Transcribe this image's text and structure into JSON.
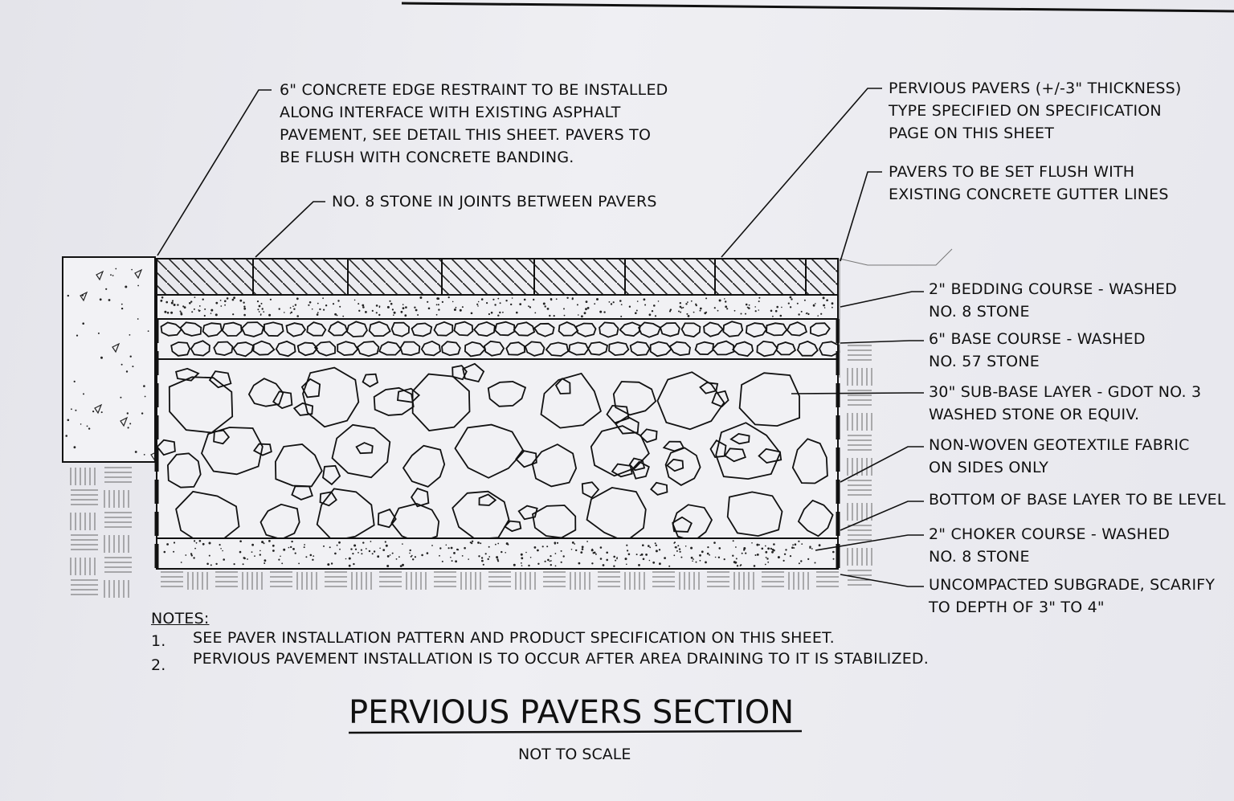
{
  "callouts": {
    "edge_restraint": "6\" CONCRETE EDGE RESTRAINT TO BE INSTALLED\nALONG INTERFACE WITH EXISTING ASPHALT\nPAVEMENT, SEE DETAIL THIS SHEET. PAVERS TO\nBE FLUSH WITH CONCRETE BANDING.",
    "joint_stone": "NO. 8 STONE IN JOINTS BETWEEN PAVERS",
    "pervious_pavers": "PERVIOUS PAVERS (+/-3\" THICKNESS)\nTYPE SPECIFIED ON SPECIFICATION\nPAGE ON THIS SHEET",
    "pavers_flush": "PAVERS TO BE SET FLUSH WITH\nEXISTING CONCRETE GUTTER LINES",
    "bedding_course": "2\" BEDDING COURSE - WASHED\nNO. 8 STONE",
    "base_course": "6\" BASE COURSE - WASHED\nNO. 57 STONE",
    "sub_base": "30\" SUB-BASE LAYER - GDOT NO. 3\nWASHED STONE OR EQUIV.",
    "geotextile": "NON-WOVEN GEOTEXTILE FABRIC\nON SIDES ONLY",
    "bottom_level": "BOTTOM OF BASE LAYER TO BE LEVEL",
    "choker_course": "2\" CHOKER COURSE - WASHED\nNO. 8 STONE",
    "subgrade": "UNCOMPACTED SUBGRADE, SCARIFY\nTO DEPTH OF 3\" TO 4\""
  },
  "notes": {
    "heading": "NOTES:",
    "items": [
      {
        "num": "1.",
        "text": "SEE PAVER INSTALLATION PATTERN AND PRODUCT SPECIFICATION ON THIS SHEET."
      },
      {
        "num": "2.",
        "text": "PERVIOUS PAVEMENT INSTALLATION IS TO OCCUR AFTER AREA DRAINING TO IT IS STABILIZED."
      }
    ]
  },
  "title": "PERVIOUS PAVERS SECTION",
  "subtitle": "NOT TO SCALE",
  "colors": {
    "ink": "#111111",
    "paper": "#ececf1"
  }
}
